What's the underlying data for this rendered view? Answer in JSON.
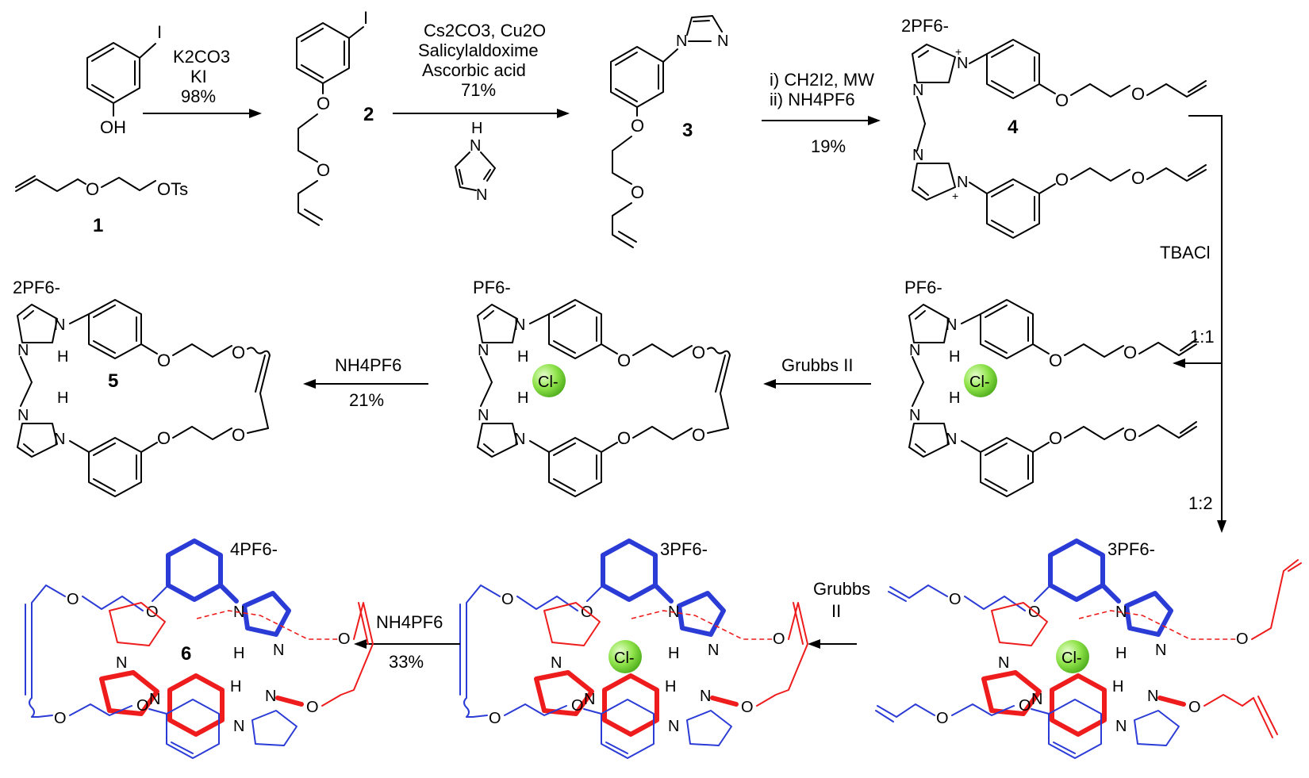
{
  "compounds": {
    "c1": "1",
    "c2": "2",
    "c3": "3",
    "c4": "4",
    "c5": "5",
    "c6": "6"
  },
  "atoms": {
    "I": "I",
    "OH": "OH",
    "O": "O",
    "OTs": "OTs",
    "N": "N",
    "H": "H",
    "plus": "+",
    "minus": "-"
  },
  "counterions": {
    "c4": "2PF6-",
    "int_a": "PF6-",
    "int_b": "PF6-",
    "c5": "2PF6-",
    "int_c": "3PF6-",
    "int_d": "3PF6-",
    "c6": "4PF6-"
  },
  "chloride": "Cl-",
  "steps": {
    "s1": {
      "line1": "K2CO3",
      "line2": "KI",
      "yield": "98%"
    },
    "s2": {
      "line1": "Cs2CO3, Cu2O",
      "line2": "Salicylaldoxime",
      "line3": "Ascorbic acid",
      "yield": "71%"
    },
    "s3": {
      "line1": "i) CH2I2, MW",
      "line2": "ii) NH4PF6",
      "yield": "19%"
    },
    "s4": {
      "reagent": "TBACl",
      "ratio1": "1:1",
      "ratio2": "1:2"
    },
    "s5": {
      "reagent": "Grubbs II"
    },
    "s6": {
      "reagent": "NH4PF6",
      "yield": "21%"
    },
    "s7": {
      "reagent_l1": "Grubbs",
      "reagent_l2": "II"
    },
    "s8": {
      "reagent": "NH4PF6",
      "yield": "33%"
    }
  },
  "colors": {
    "black": "#000000",
    "blue": "#2b3bd6",
    "red": "#ee1c1c",
    "chloride": "#8fe34a"
  }
}
